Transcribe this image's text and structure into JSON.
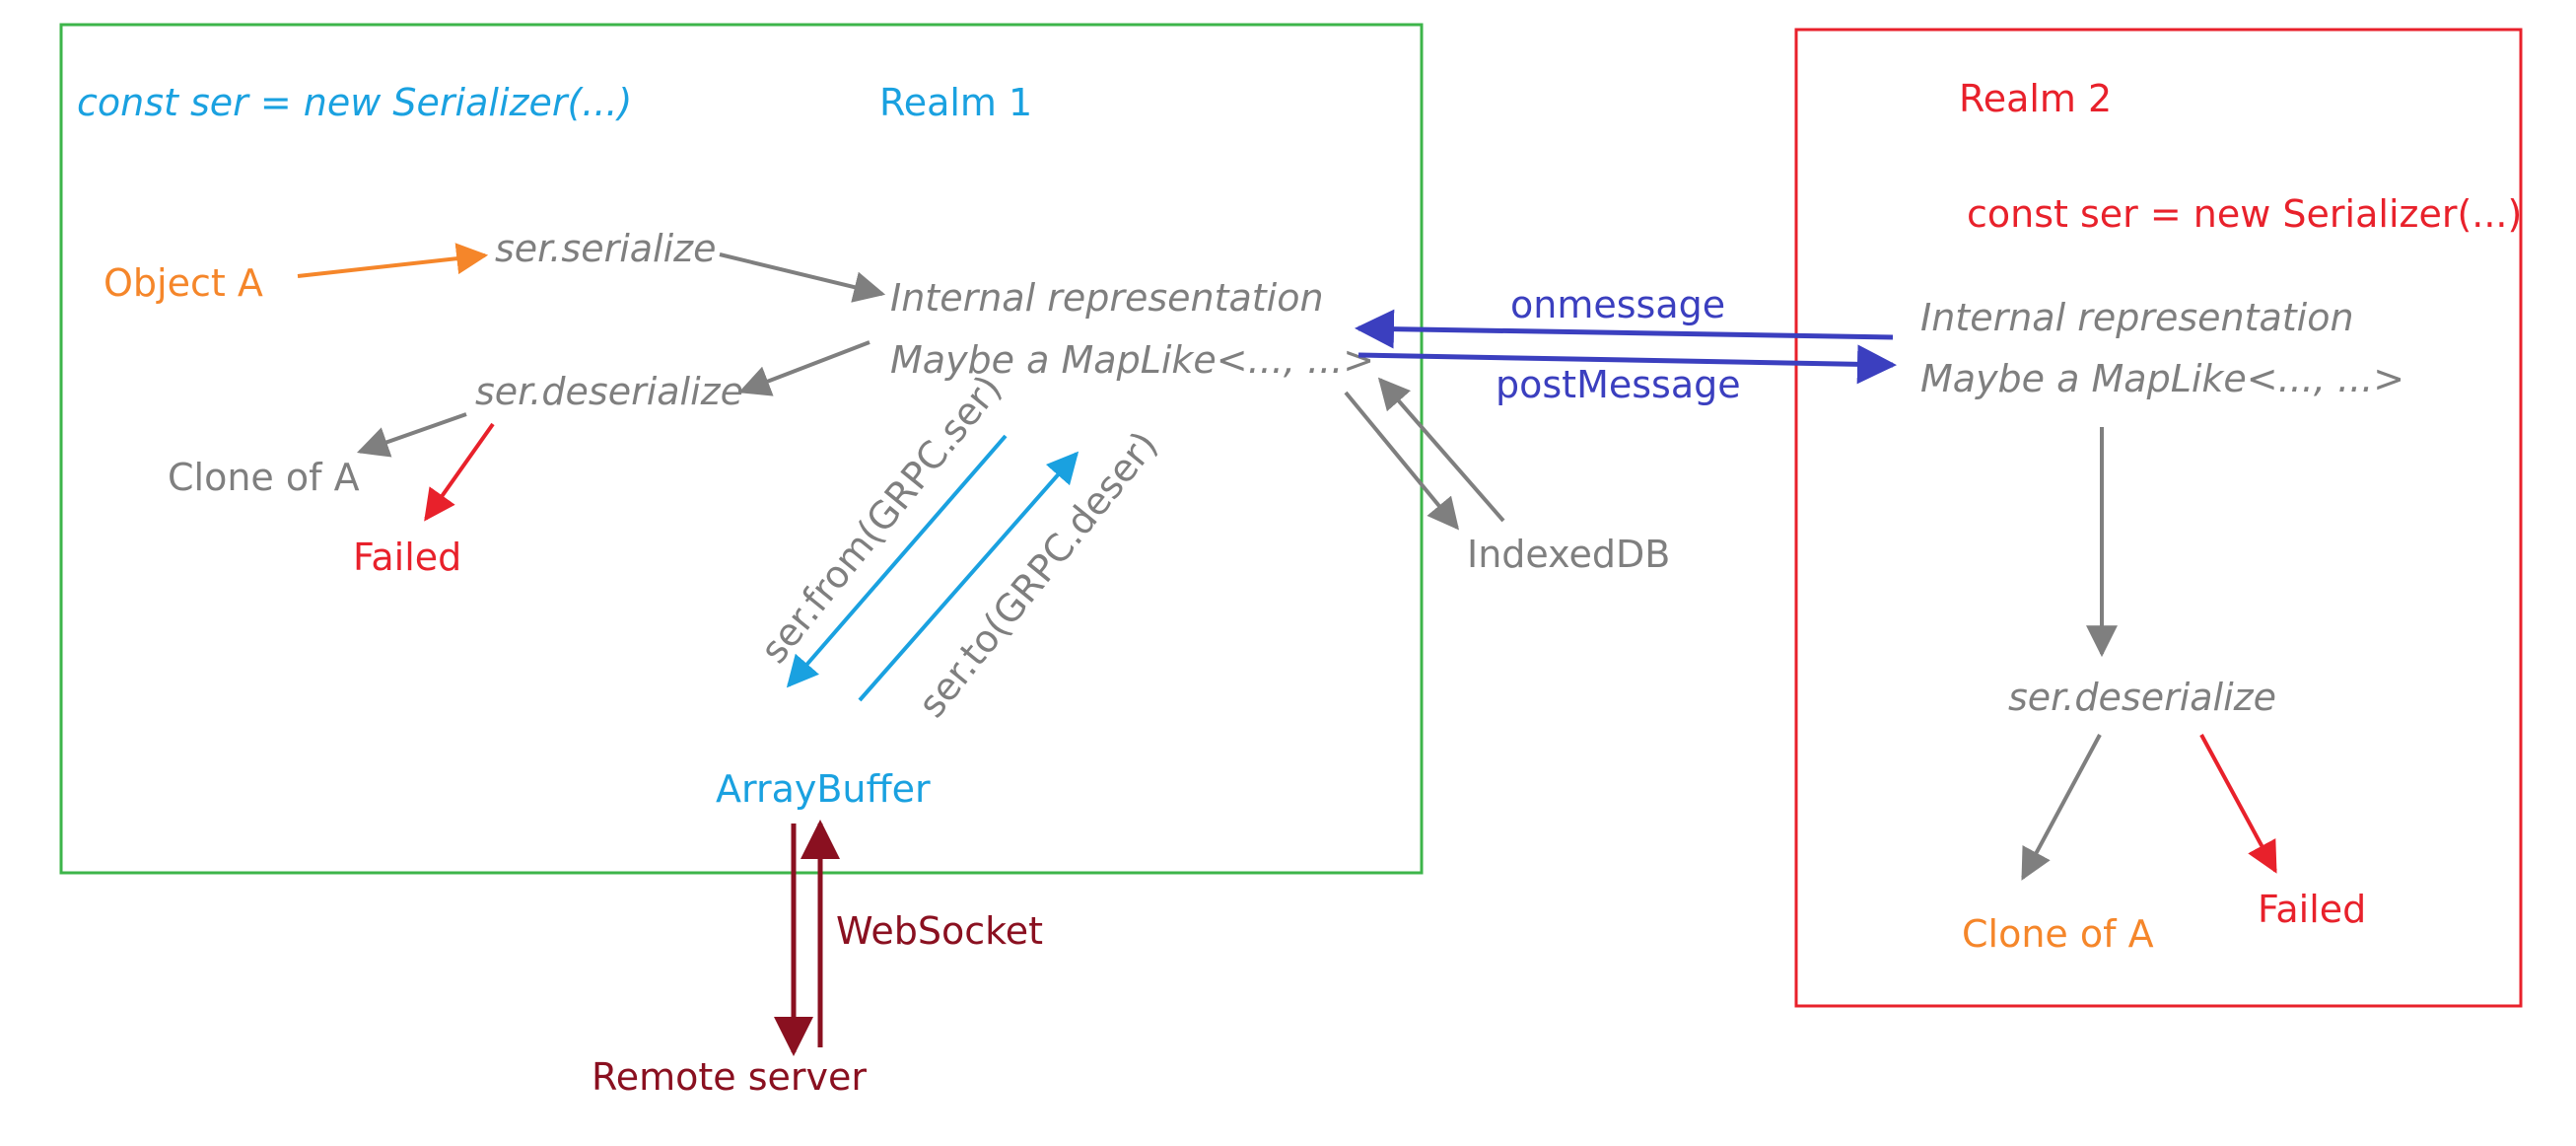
{
  "realm1": {
    "title": "Realm 1",
    "code": "const ser = new Serializer(...)",
    "object_a": "Object A",
    "serialize": "ser.serialize",
    "internal_line1": "Internal representation",
    "internal_line2": "Maybe a MapLike<..., ...>",
    "deserialize": "ser.deserialize",
    "clone": "Clone of A",
    "failed": "Failed",
    "from_label": "ser.from(GRPC.ser)",
    "to_label": "ser.to(GRPC.deser)",
    "arraybuffer": "ArrayBuffer"
  },
  "indexeddb": "IndexedDB",
  "messaging": {
    "onmessage": "onmessage",
    "postmessage": "postMessage"
  },
  "websocket": "WebSocket",
  "remote_server": "Remote server",
  "realm2": {
    "title": "Realm 2",
    "code": "const ser = new Serializer(...)",
    "internal_line1": "Internal representation",
    "internal_line2": "Maybe a MapLike<..., ...>",
    "deserialize": "ser.deserialize",
    "clone": "Clone of A",
    "failed": "Failed"
  },
  "colors": {
    "realm1_border": "#3db54a",
    "realm2_border": "#e8212b",
    "blue": "#1aa1e0",
    "orange": "#f5862a",
    "gray": "#7f7f7f",
    "red": "#e8212b",
    "indigo": "#3b3fbf",
    "maroon": "#8a1020"
  }
}
